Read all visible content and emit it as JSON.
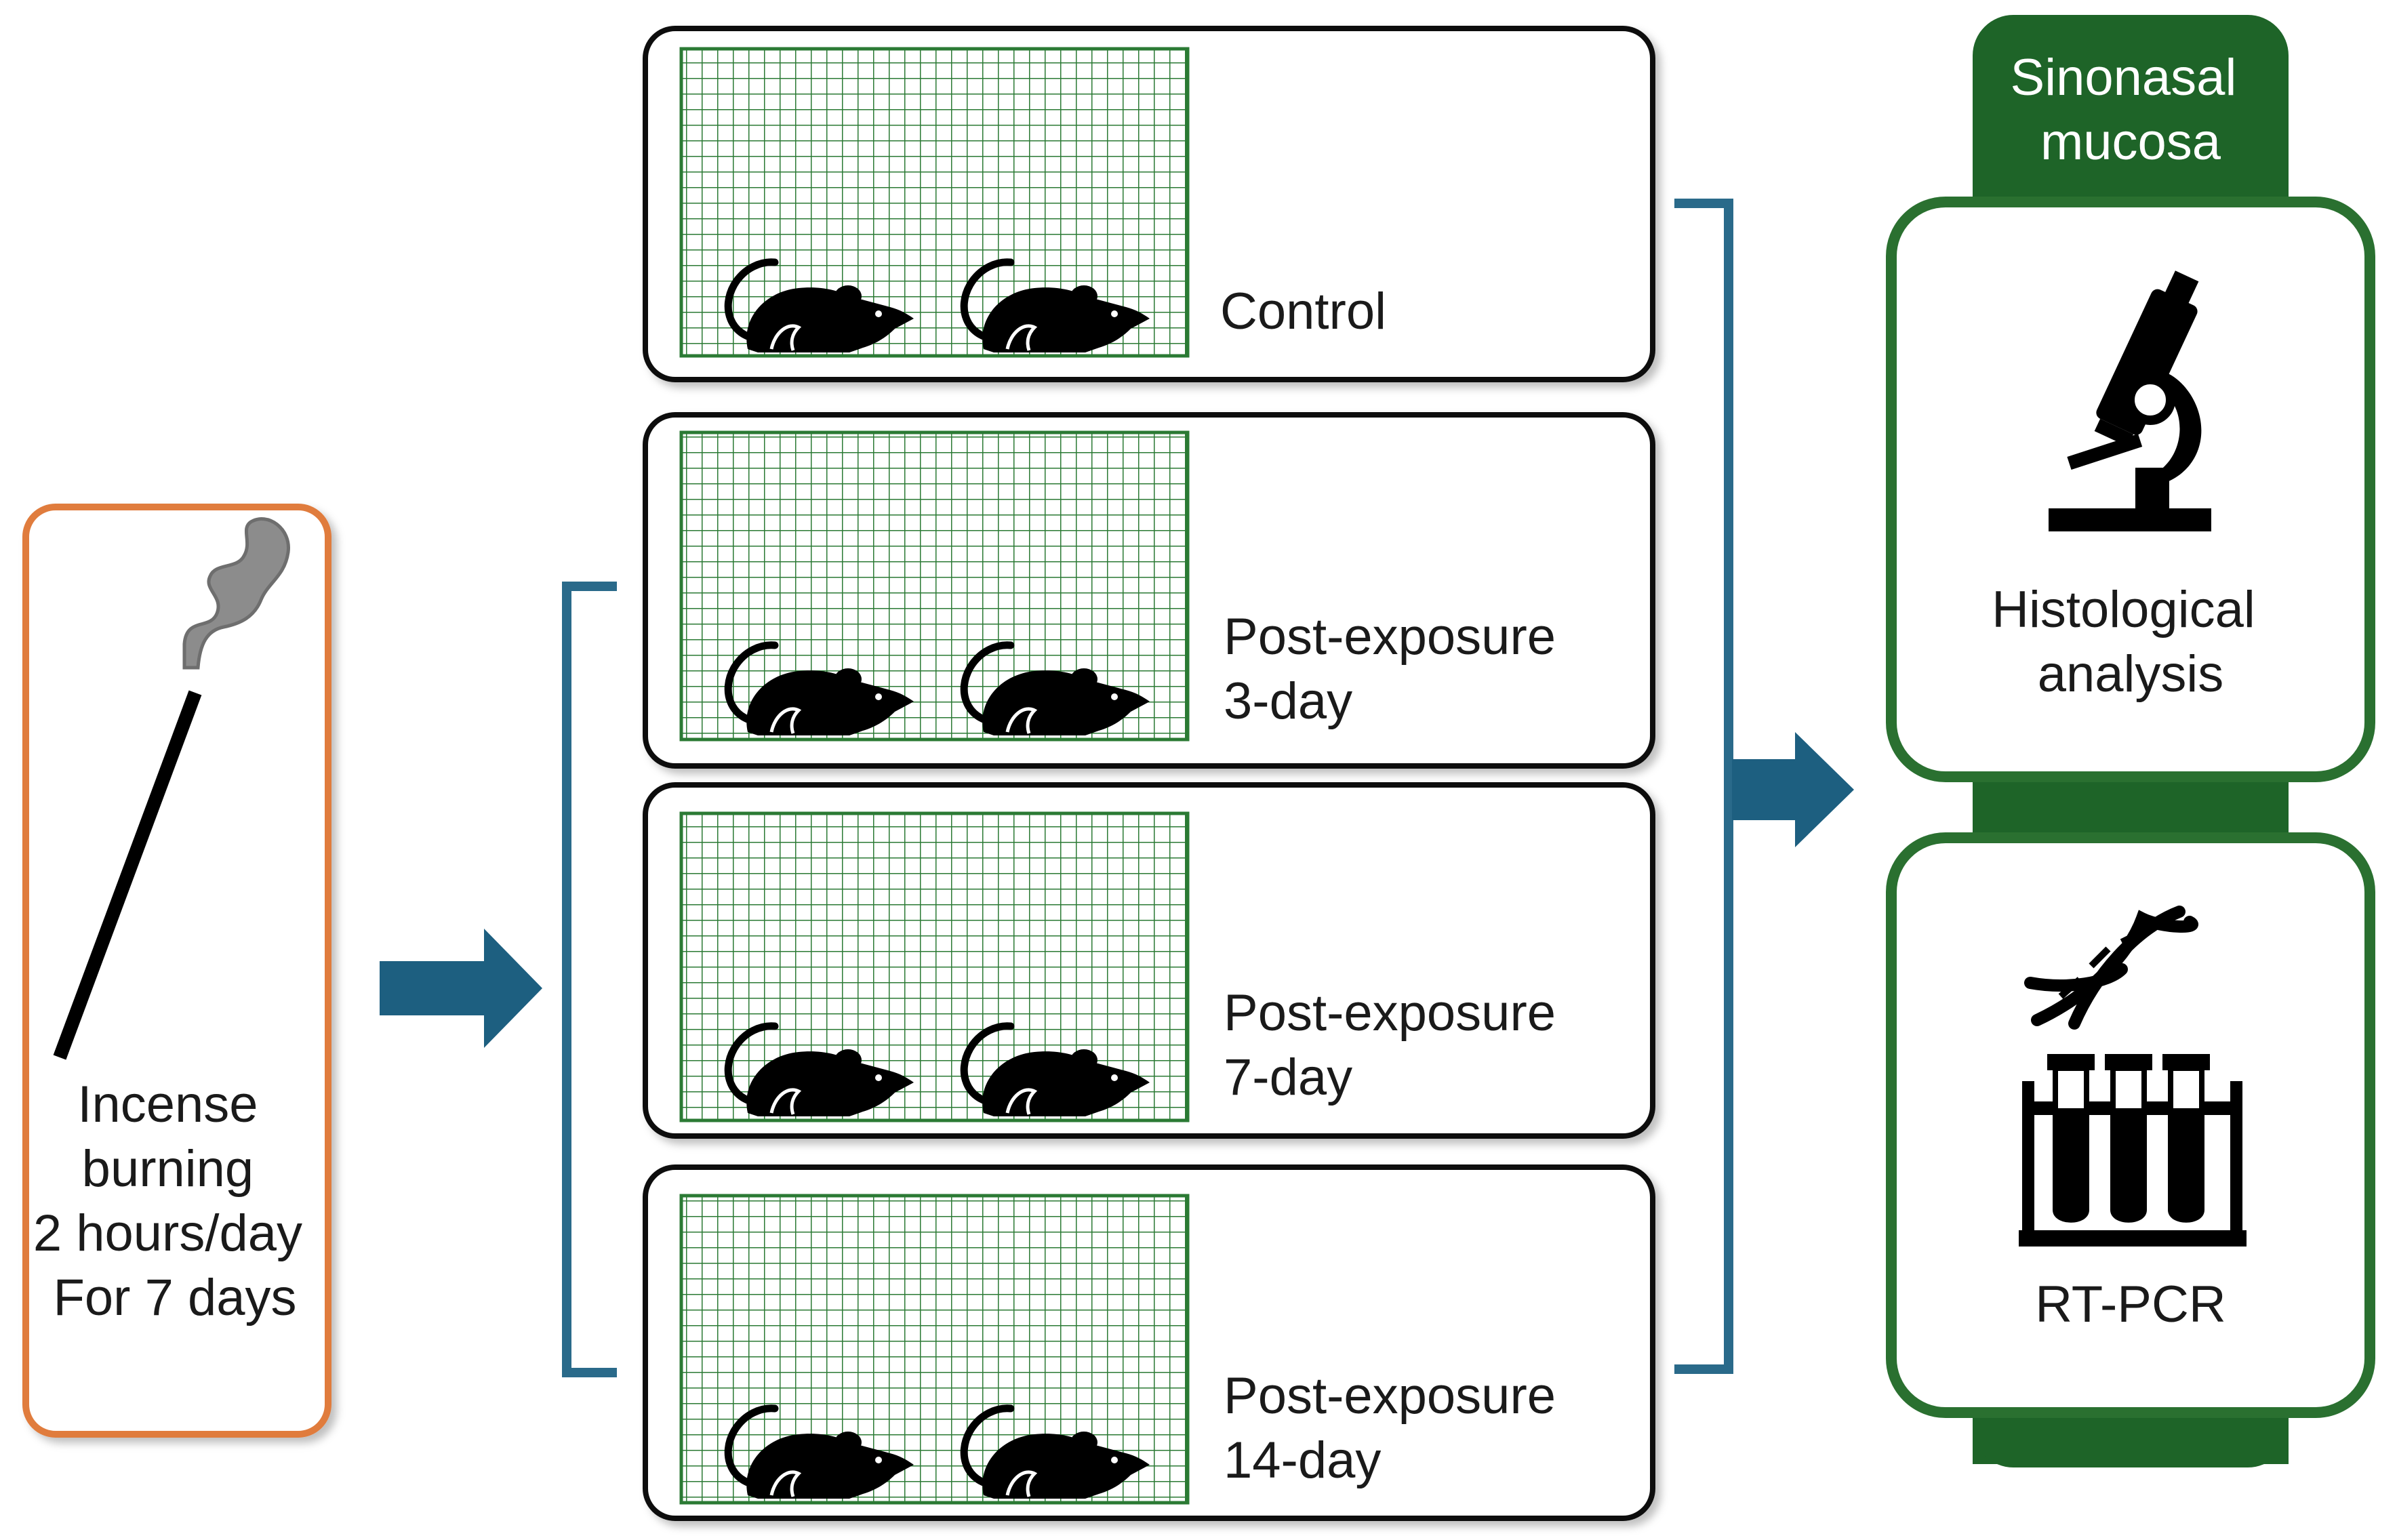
{
  "exposure": {
    "lines": [
      "Incense",
      "burning",
      "2 hours/day",
      "For 7 days"
    ]
  },
  "groups": [
    {
      "lines": [
        "Control"
      ]
    },
    {
      "lines": [
        "Post-exposure",
        "3-day"
      ]
    },
    {
      "lines": [
        "Post-exposure",
        "7-day"
      ]
    },
    {
      "lines": [
        "Post-exposure",
        "14-day"
      ]
    }
  ],
  "tissue": {
    "lines": [
      "Sinonasal",
      "mucosa"
    ]
  },
  "analyses": [
    {
      "icon": "microscope-icon",
      "lines": [
        "Histological",
        "analysis"
      ]
    },
    {
      "icon": "dna-test-tubes-icon",
      "lines": [
        "RT-PCR"
      ]
    }
  ],
  "colors": {
    "exposure_border": "#e07b3c",
    "arrow": "#1d5f80",
    "bracket": "#2a6a8a",
    "green": "#2a7030",
    "green_dark": "#1e6428",
    "cage_grid": "#2b7a34",
    "smoke": "#8c8c8c",
    "box_border": "#111111"
  }
}
